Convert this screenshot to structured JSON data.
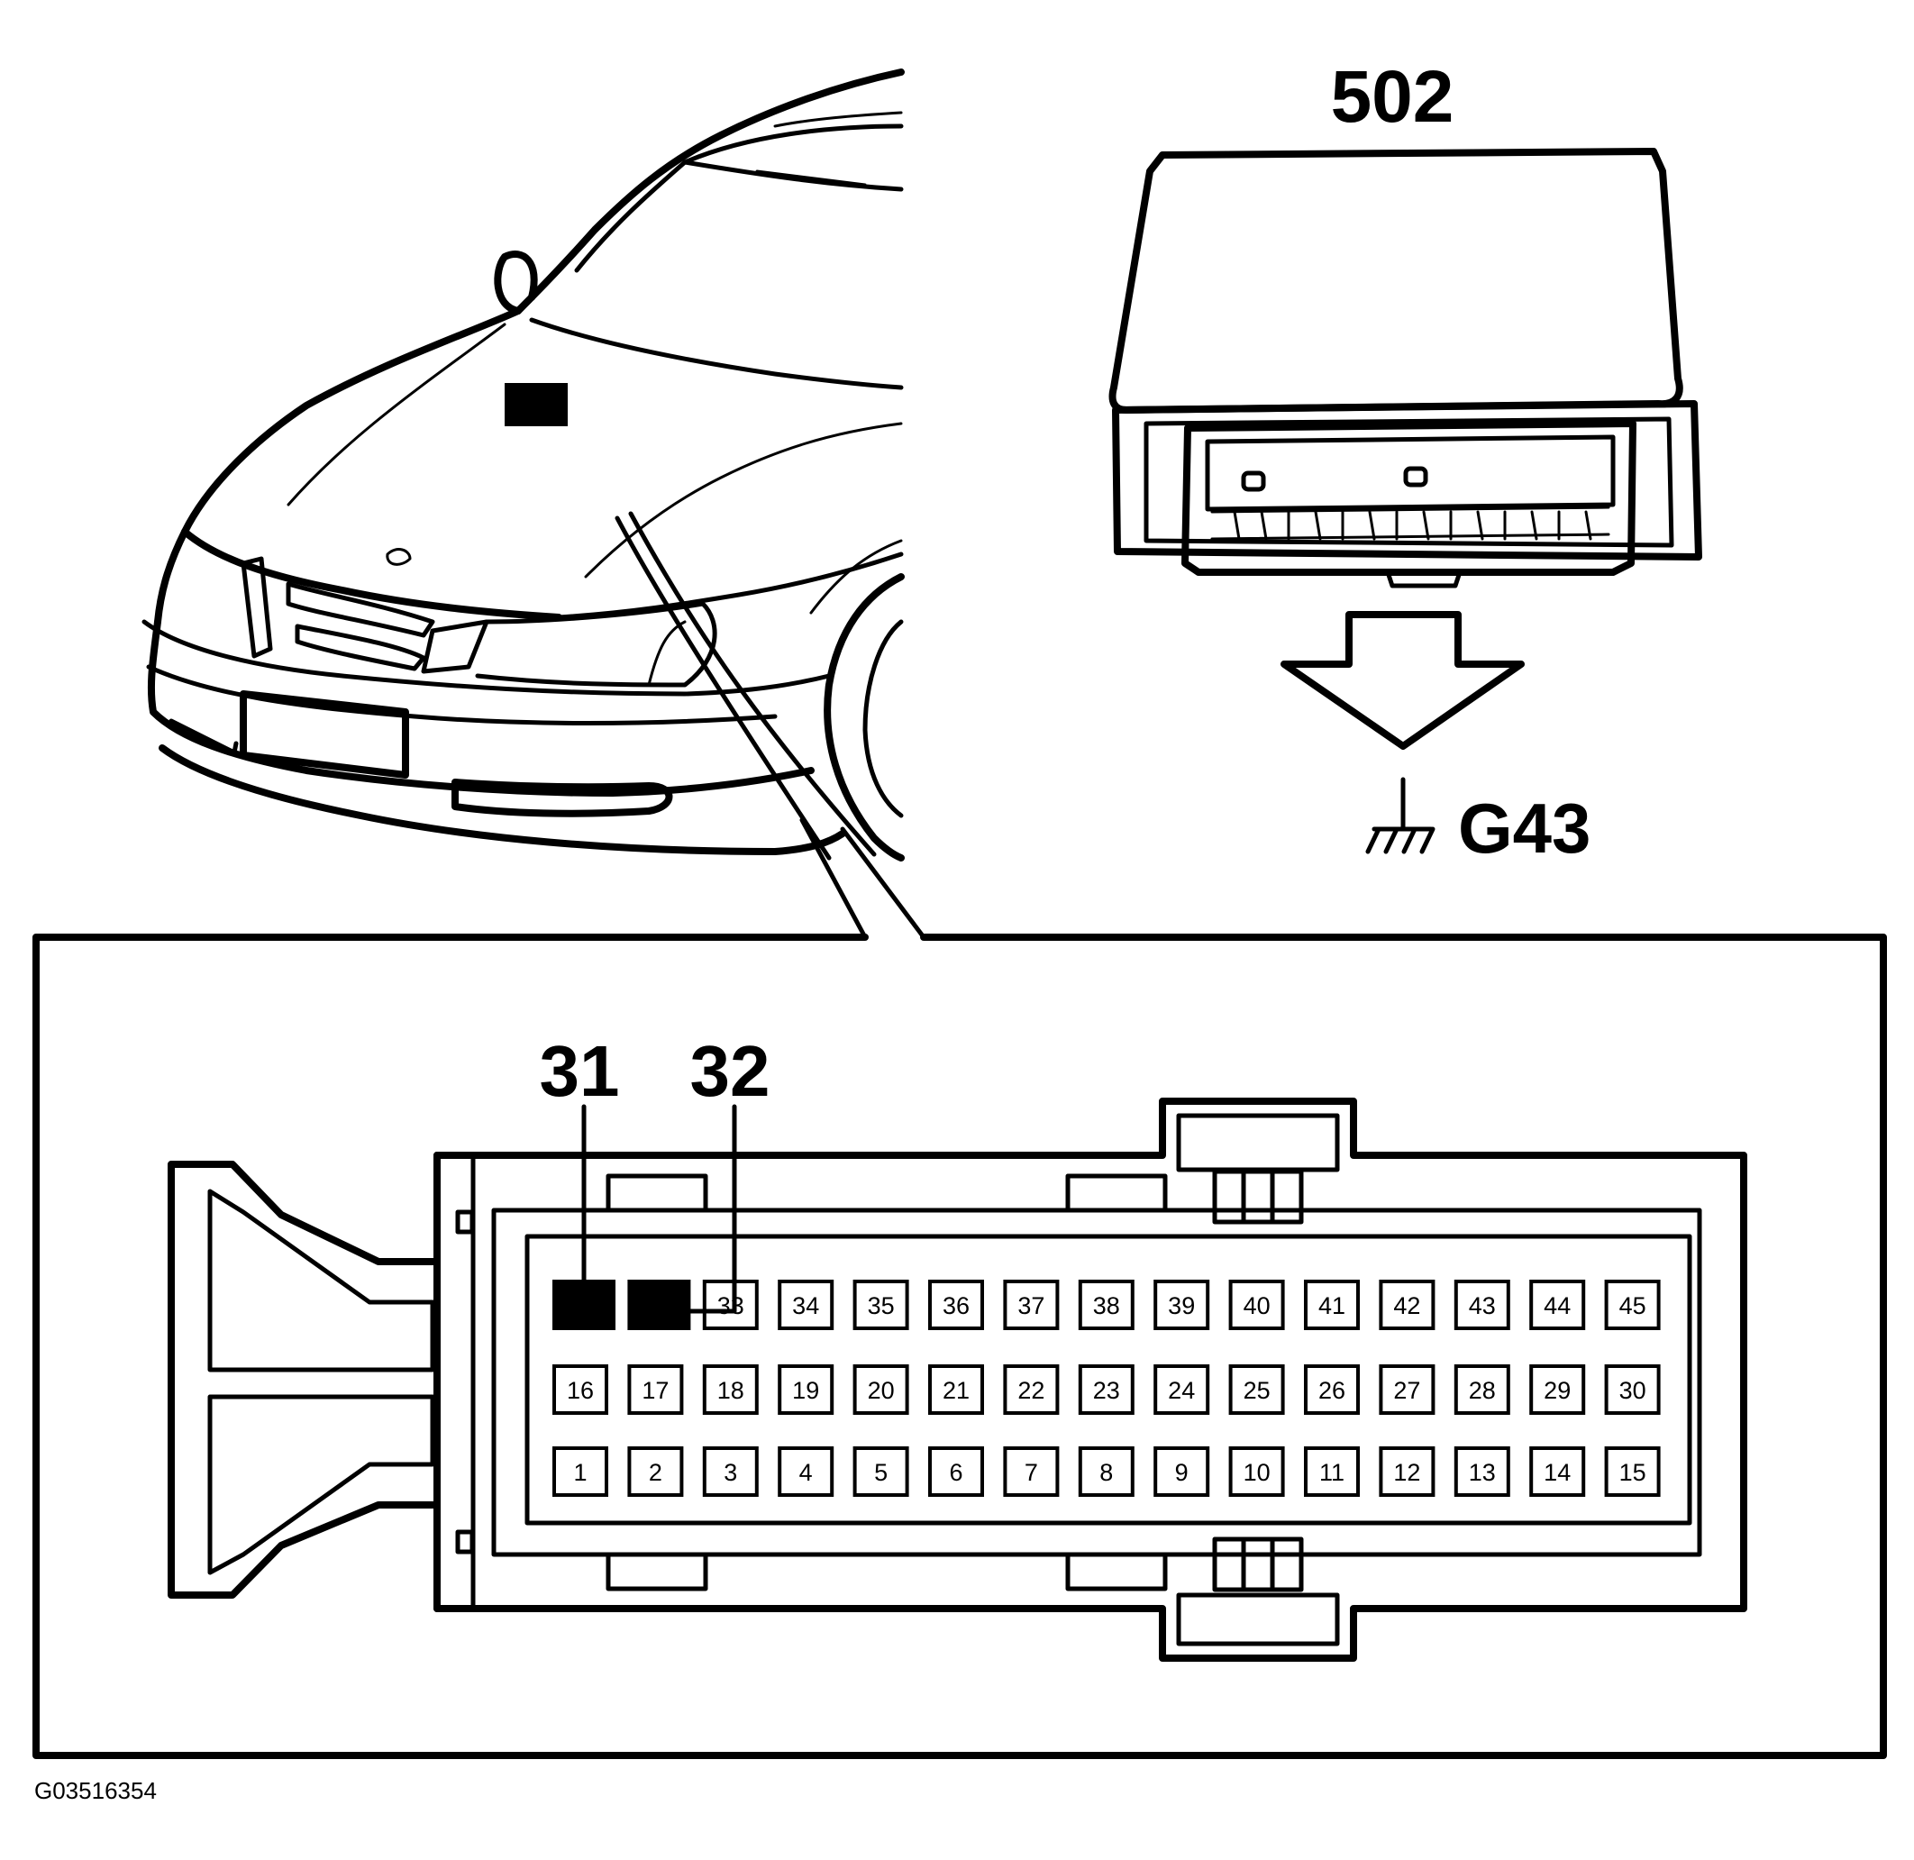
{
  "labels": {
    "module_number": "502",
    "ground_label": "G43",
    "pin_callout_left": "31",
    "pin_callout_right": "32",
    "figure_code": "G03516354"
  },
  "connector": {
    "top_row": [
      "31",
      "32",
      "33",
      "34",
      "35",
      "36",
      "37",
      "38",
      "39",
      "40",
      "41",
      "42",
      "43",
      "44",
      "45"
    ],
    "middle_row": [
      "16",
      "17",
      "18",
      "19",
      "20",
      "21",
      "22",
      "23",
      "24",
      "25",
      "26",
      "27",
      "28",
      "29",
      "30"
    ],
    "bottom_row": [
      "1",
      "2",
      "3",
      "4",
      "5",
      "6",
      "7",
      "8",
      "9",
      "10",
      "11",
      "12",
      "13",
      "14",
      "15"
    ],
    "highlighted_pins": [
      "31",
      "32"
    ]
  }
}
